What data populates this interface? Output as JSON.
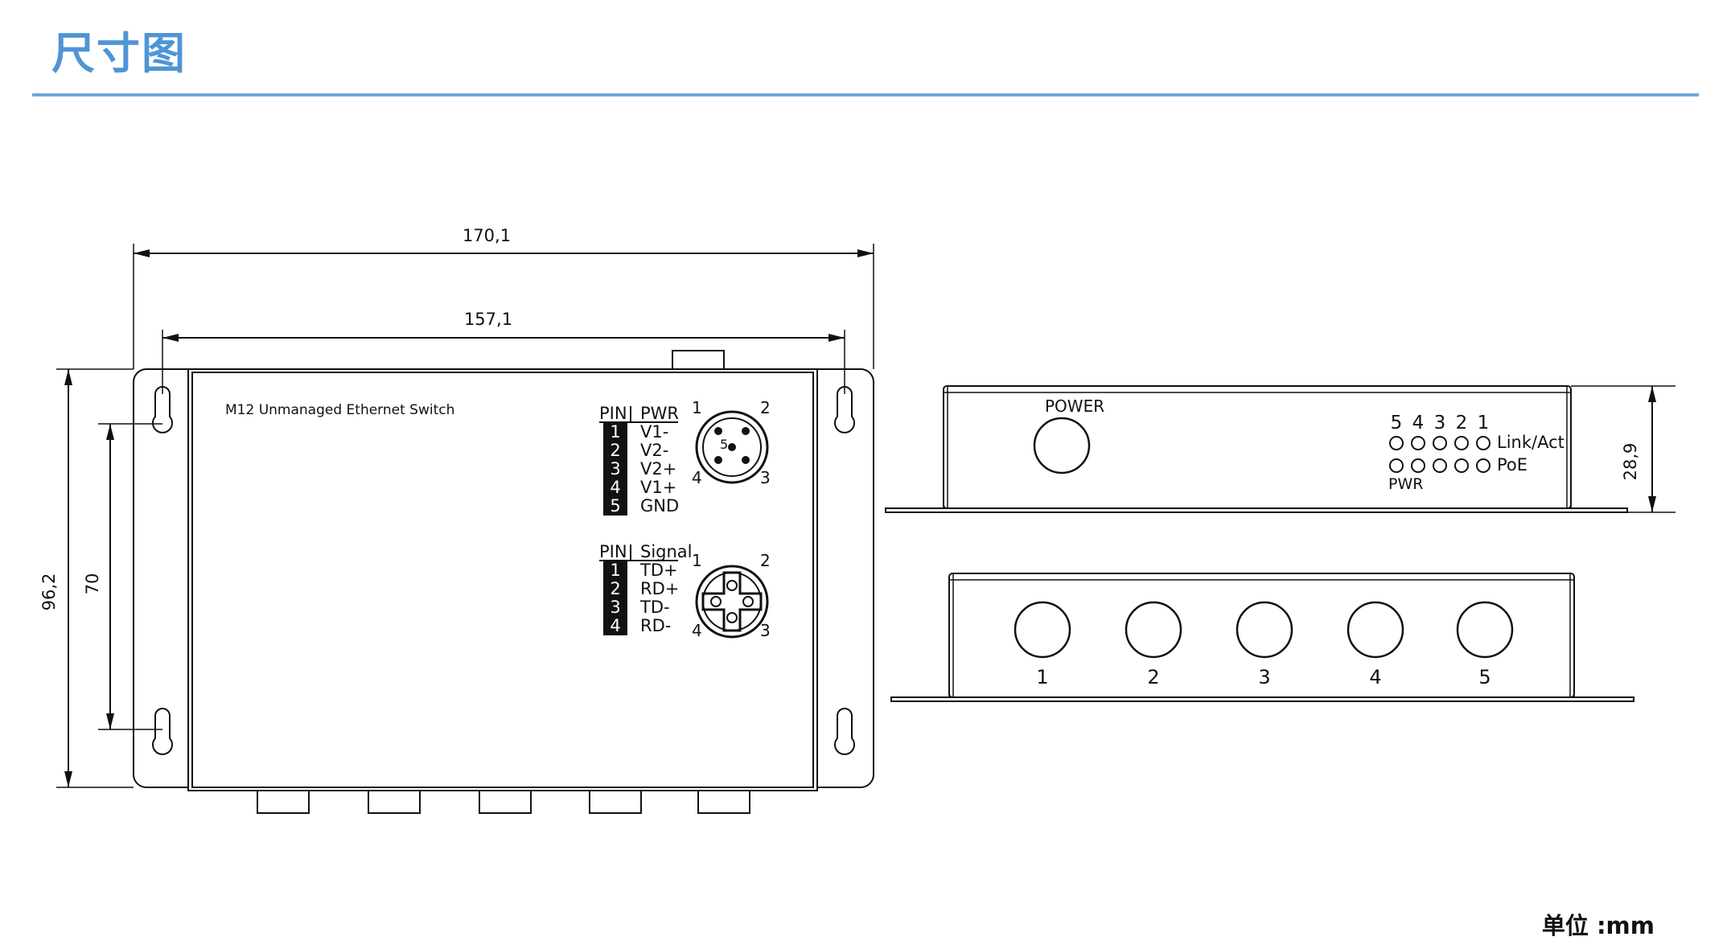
{
  "page_title": "尺寸图",
  "unit_note": "单位 :mm",
  "dimensions": {
    "overall_width": "170,1",
    "inner_width": "157,1",
    "overall_height": "96,2",
    "hole_spacing": "70",
    "side_height": "28,9"
  },
  "device_label": "M12 Unmanaged Ethernet Switch",
  "pwr_table": {
    "pin_header": "PIN",
    "func_header": "PWR",
    "rows": [
      {
        "pin": "1",
        "func": "V1-"
      },
      {
        "pin": "2",
        "func": "V2-"
      },
      {
        "pin": "3",
        "func": "V2+"
      },
      {
        "pin": "4",
        "func": "V1+"
      },
      {
        "pin": "5",
        "func": "GND"
      }
    ],
    "connector_pins": [
      "1",
      "2",
      "3",
      "4",
      "5"
    ]
  },
  "signal_table": {
    "pin_header": "PIN",
    "func_header": "Signal",
    "rows": [
      {
        "pin": "1",
        "func": "TD+"
      },
      {
        "pin": "2",
        "func": "RD+"
      },
      {
        "pin": "3",
        "func": "TD-"
      },
      {
        "pin": "4",
        "func": "RD-"
      }
    ],
    "connector_pins": [
      "1",
      "2",
      "3",
      "4"
    ]
  },
  "top_view": {
    "power_label": "POWER",
    "led_numbers": [
      "5",
      "4",
      "3",
      "2",
      "1"
    ],
    "link_label": "Link/Act",
    "poe_label": "PoE",
    "pwr_label": "PWR"
  },
  "bottom_view": {
    "port_labels": [
      "1",
      "2",
      "3",
      "4",
      "5"
    ]
  }
}
